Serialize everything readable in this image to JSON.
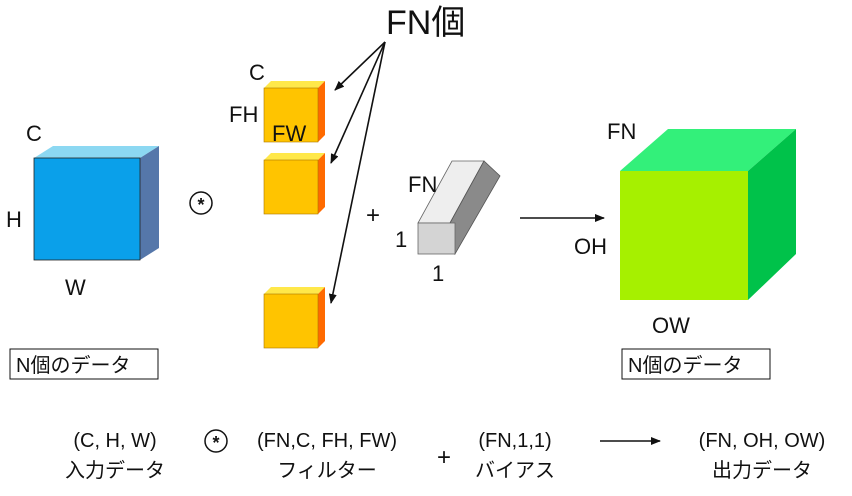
{
  "title": "FN個",
  "input": {
    "label_c": "C",
    "label_h": "H",
    "label_w": "W",
    "box_caption": "N個のデータ",
    "shape": "(C, H, W)",
    "name": "入力データ"
  },
  "operator_conv": "*",
  "filter": {
    "label_c": "C",
    "label_fh": "FH",
    "label_fw": "FW",
    "shape": "(FN,C, FH, FW)",
    "name": "フィルター"
  },
  "operator_plus": "+",
  "bias": {
    "label_fn": "FN",
    "label_1a": "1",
    "label_1b": "1",
    "shape": "(FN,1,1)",
    "name": "バイアス"
  },
  "output": {
    "label_fn": "FN",
    "label_oh": "OH",
    "label_ow": "OW",
    "box_caption": "N個のデータ",
    "shape": "(FN, OH, OW)",
    "name": "出力データ"
  },
  "colors": {
    "input_front": "#0aa0ea",
    "input_top": "#8cd8f2",
    "input_side": "#5577aa",
    "filter_front": "#ffc400",
    "filter_top": "#ffe84a",
    "filter_side": "#ff6a00",
    "bias_front": "#d4d4d4",
    "bias_top": "#eeeeee",
    "bias_side": "#8a8a8a",
    "output_front": "#a6f000",
    "output_top": "#33f07a",
    "output_side": "#00c24a"
  }
}
